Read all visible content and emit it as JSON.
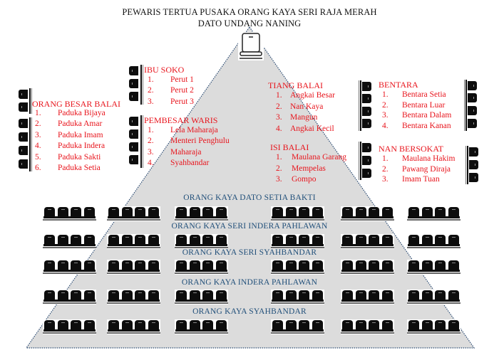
{
  "title": {
    "line1": "PEWARIS TERTUA PUSAKA ORANG KAYA SERI RAJA MERAH",
    "line2": "DATO UNDANG NANING"
  },
  "colors": {
    "group_text": "#e8141c",
    "rank_text": "#1f4e79",
    "pyramid_fill": "#dcdcdc",
    "pyramid_border": "#1f3a5f",
    "seat": "#0d0d0d"
  },
  "groups": {
    "orang_besar_balai": {
      "title": "ORANG BESAR BALAI",
      "items": [
        {
          "num": "1.",
          "name": "Paduka Bijaya"
        },
        {
          "num": "2.",
          "name": "Paduka Amar"
        },
        {
          "num": "3.",
          "name": "Paduka Imam"
        },
        {
          "num": "4.",
          "name": "Paduka Indera"
        },
        {
          "num": "5.",
          "name": "Paduka Sakti"
        },
        {
          "num": "6.",
          "name": "Paduka Setia"
        }
      ]
    },
    "ibu_soko": {
      "title": "IBU SOKO",
      "items": [
        {
          "num": "1.",
          "name": "Perut 1"
        },
        {
          "num": "2.",
          "name": "Perut 2"
        },
        {
          "num": "3.",
          "name": "Perut 3"
        }
      ]
    },
    "pembesar_waris": {
      "title": "PEMBESAR WARIS",
      "items": [
        {
          "num": "1.",
          "name": "Lela Maharaja"
        },
        {
          "num": "2.",
          "name": "Menteri Penghulu"
        },
        {
          "num": "3.",
          "name": "Maharaja"
        },
        {
          "num": "4.",
          "name": "Syahbandar"
        }
      ]
    },
    "tiang_balai": {
      "title": "TIANG BALAI",
      "items": [
        {
          "num": "1.",
          "name": "Angkai Besar"
        },
        {
          "num": "2.",
          "name": "Nan Kaya"
        },
        {
          "num": "3.",
          "name": "Mangun"
        },
        {
          "num": "4.",
          "name": "Angkai Kecil"
        }
      ]
    },
    "isi_balai": {
      "title": "ISI BALAI",
      "items": [
        {
          "num": "1.",
          "name": "Maulana Garang"
        },
        {
          "num": "2.",
          "name": "Mempelas"
        },
        {
          "num": "3.",
          "name": "Gompo"
        }
      ]
    },
    "bentara": {
      "title": "BENTARA",
      "items": [
        {
          "num": "1.",
          "name": "Bentara Setia"
        },
        {
          "num": "2.",
          "name": "Bentara Luar"
        },
        {
          "num": "3.",
          "name": "Bentara Dalam"
        },
        {
          "num": "4.",
          "name": "Bentara Kanan"
        }
      ]
    },
    "nan_bersokat": {
      "title": "NAN BERSOKAT",
      "items": [
        {
          "num": "1.",
          "name": "Maulana Hakim"
        },
        {
          "num": "2.",
          "name": "Pawang Diraja"
        },
        {
          "num": "3.",
          "name": "Imam Tuan"
        }
      ]
    }
  },
  "ranks": [
    "ORANG KAYA DATO SETIA BAKTI",
    "ORANG KAYA SERI INDERA PAHLAWAN",
    "ORANG KAYA SERI SYAHBANDAR",
    "ORANG KAYA INDERA PAHLAWAN",
    "ORANG KAYA SYAHBANDAR"
  ],
  "seating": {
    "rows": 5,
    "groups_per_row": 6,
    "seats_per_group": 4
  }
}
